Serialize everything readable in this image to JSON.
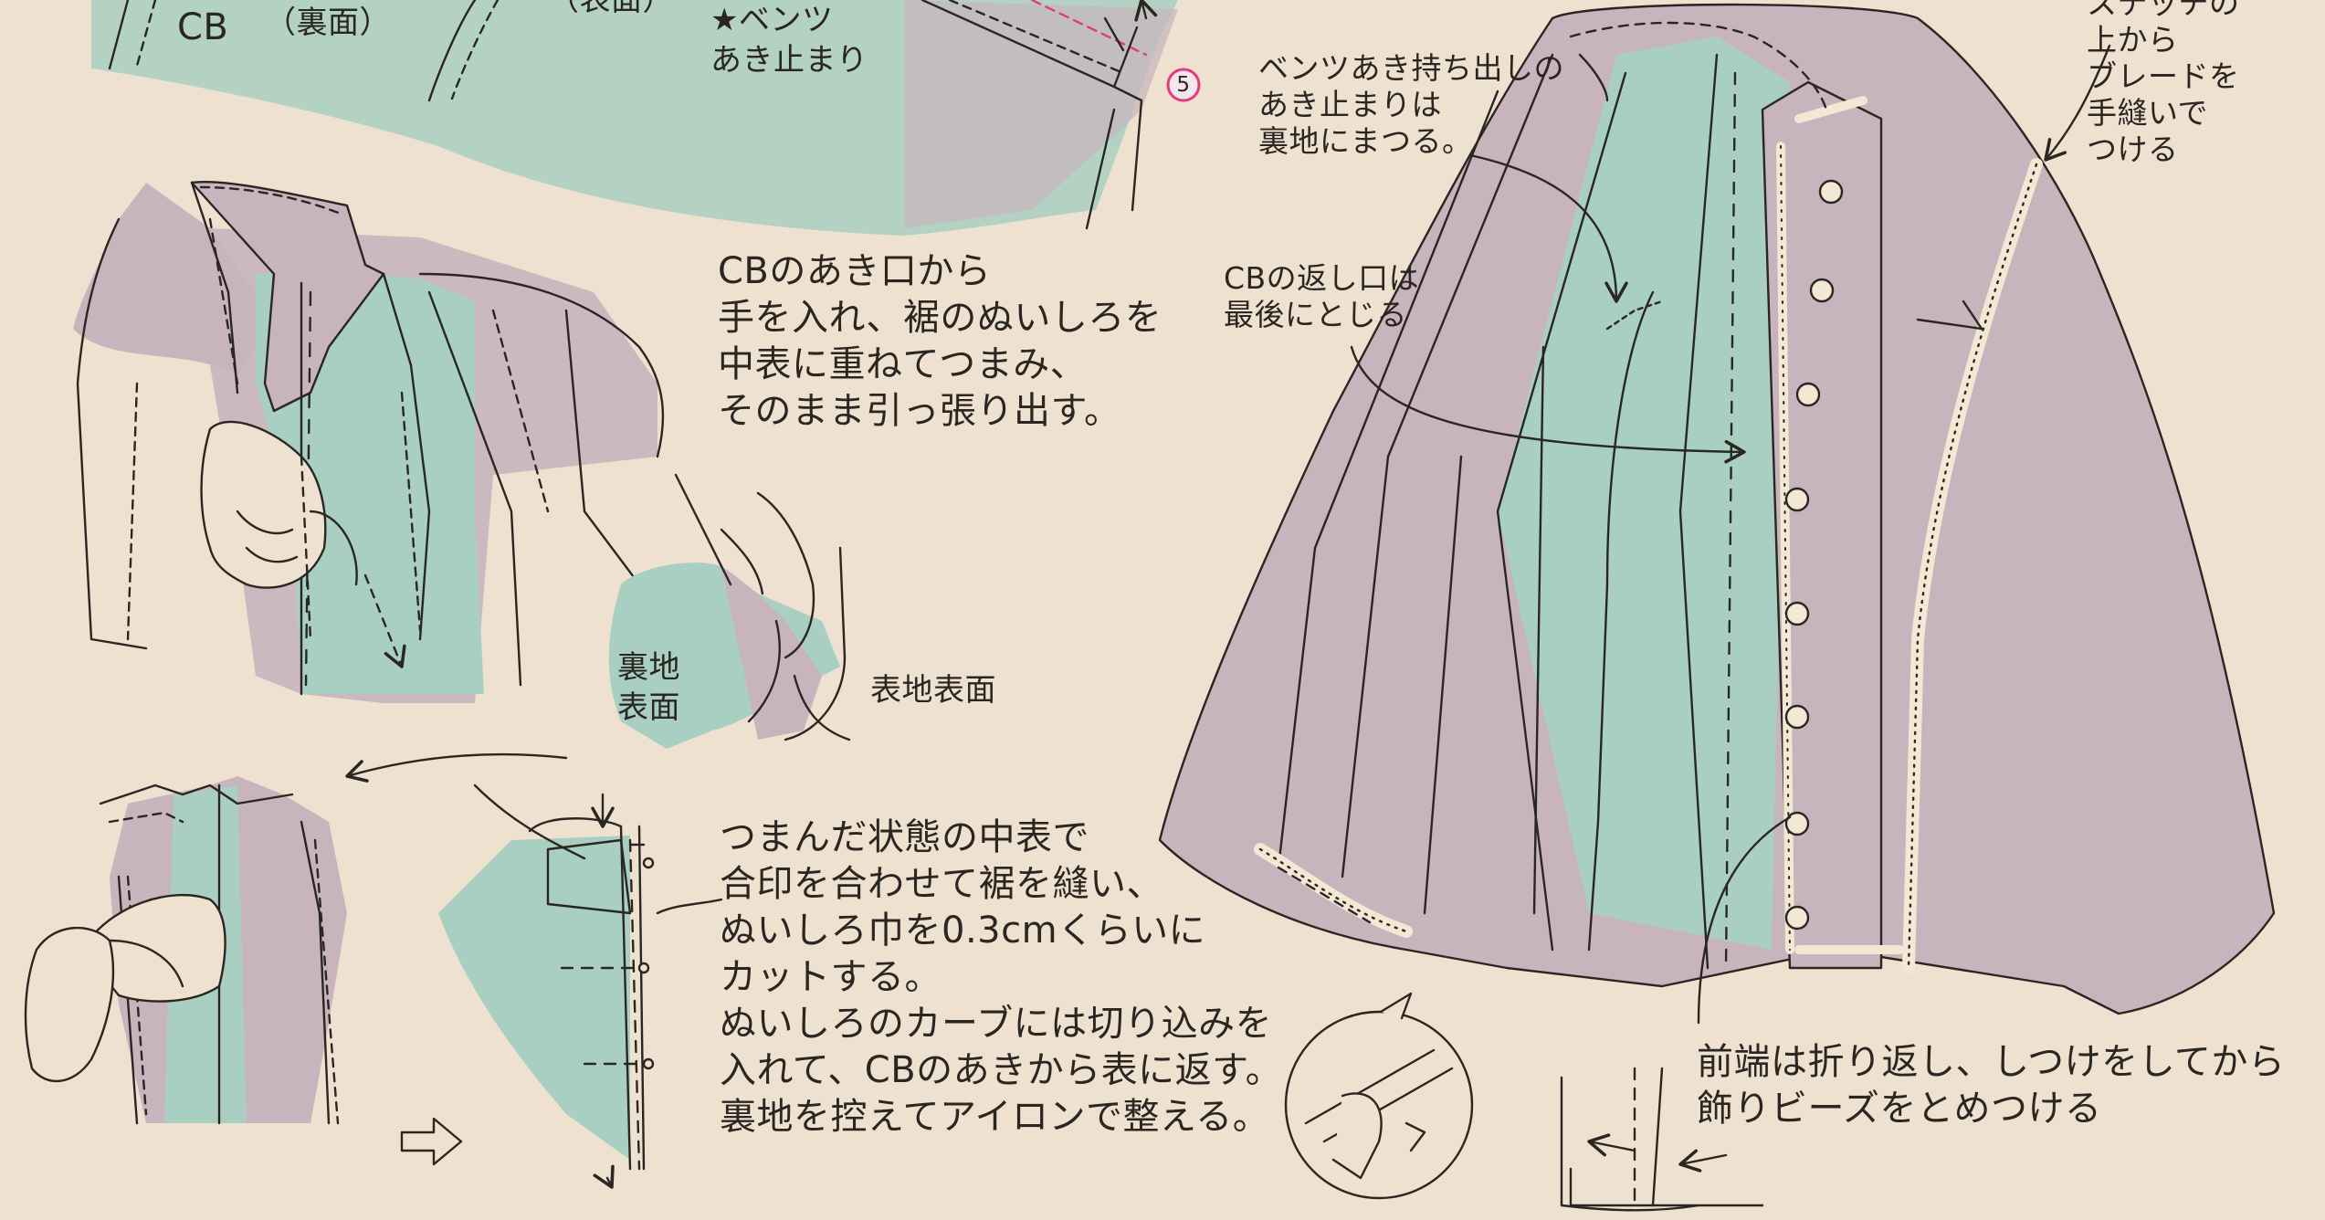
{
  "colors": {
    "paper": "#efe1cf",
    "lining_mint": "#a9cfc2",
    "outer_mauve": "#c8b4bc",
    "mauve_shadow": "#b9a3ae",
    "ink": "#2a2622",
    "marker_pink": "#e23c7e",
    "braid": "#f2e8d4"
  },
  "top_strip": {
    "cb_label": "CB",
    "back_side_label": "（裏面）",
    "back_side_label_2": "（表面）",
    "vent_stop_label": "★ベンツ\nあき止まり",
    "step_marker": "5"
  },
  "step_turn_out": {
    "instruction": "CBのあき口から\n手を入れ、裾のぬいしろを\n中表に重ねてつまみ、\nそのまま引っ張り出す。",
    "lining_face_label": "裏地\n表面",
    "outer_face_label": "表地表面"
  },
  "step_sew_hem": {
    "instruction": "つまんだ状態の中表で\n合印を合わせて裾を縫い、\nぬいしろ巾を0.3cmくらいに\nカットする。\nぬいしろのカーブには切り込みを\n入れて、CBのあきから表に返す。\n裏地を控えてアイロンで整える。"
  },
  "step_finish": {
    "vent_note": "ベンツあき持ち出しの\nあき止まりは\n裏地にまつる。",
    "cb_opening_note": "CBの返し口は\n最後にとじる",
    "braid_note": "ステッチの\n上から\nブレードを\n手縫いで\nつける",
    "front_edge_note": "前端は折り返し、しつけをしてから\n飾りビーズをとめつける"
  },
  "icons": {
    "arrow_curved": "curved-arrow-icon",
    "arrow_outline": "outline-arrow-icon",
    "step_circle": "numbered-circle-icon"
  }
}
